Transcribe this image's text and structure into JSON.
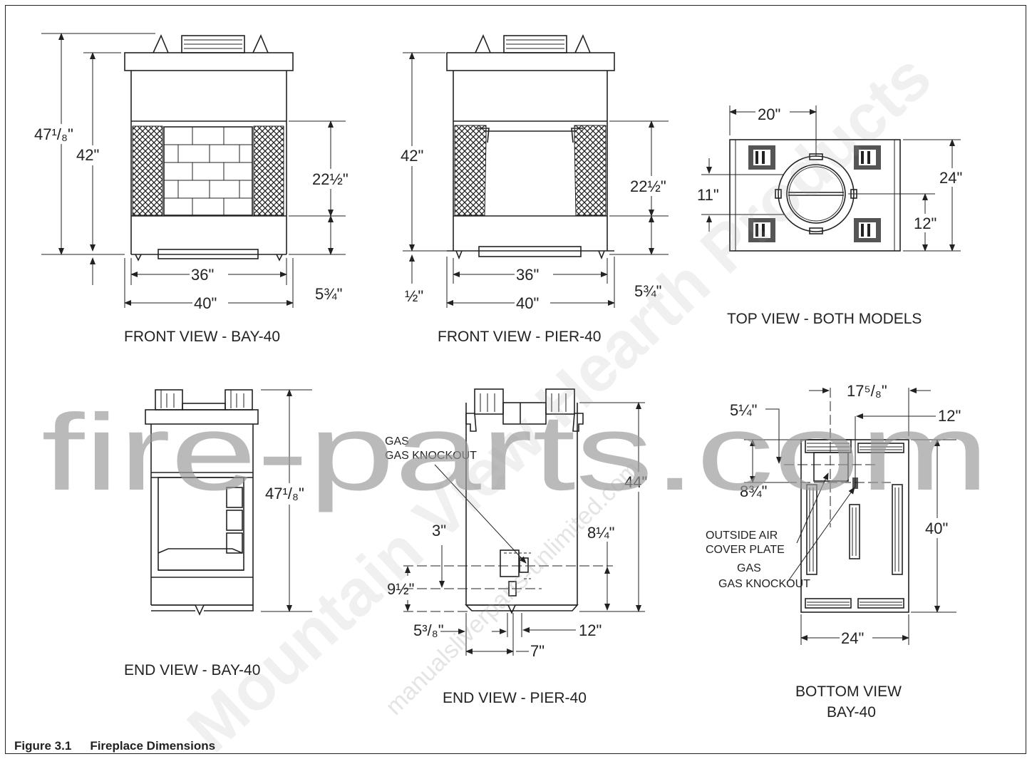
{
  "figure": {
    "number": "Figure 3.1",
    "title": "Fireplace Dimensions"
  },
  "watermarks": {
    "main": "fire-parts.com",
    "brand": "Mountain View Hearth Products",
    "site": "manualsliverparts-unlimited.com"
  },
  "views": {
    "front_bay": {
      "label": "FRONT VIEW - BAY-40",
      "dims": {
        "overall_height": "47¹/₈\"",
        "height": "42\"",
        "opening_height": "22½\"",
        "opening_width": "36\"",
        "width": "40\"",
        "base": "5¾\""
      }
    },
    "front_pier": {
      "label": "FRONT VIEW - PIER-40",
      "dims": {
        "height": "42\"",
        "opening_height": "22½\"",
        "opening_width": "36\"",
        "width": "40\"",
        "base": "5¾\"",
        "offset": "½\""
      }
    },
    "top": {
      "label": "TOP VIEW - BOTH MODELS",
      "dims": {
        "flue_offset": "20\"",
        "depth": "24\"",
        "flue_center": "11\"",
        "flue_side": "12\""
      }
    },
    "end_bay": {
      "label": "END VIEW - BAY-40",
      "dims": {
        "height": "47¹/₈\""
      }
    },
    "end_pier": {
      "label": "END VIEW - PIER-40",
      "gas_knockout": "GAS KNOCKOUT",
      "dims": {
        "height": "44\"",
        "knockout_offset": "3\"",
        "knockout_height": "8¼\"",
        "knockout_low": "9½\"",
        "knockout_width": "5³/₈\"",
        "back": "12\"",
        "seven": "7\""
      }
    },
    "bottom": {
      "label_line1": "BOTTOM VIEW",
      "label_line2": "BAY-40",
      "outside_air": "OUTSIDE AIR",
      "cover_plate": "COVER PLATE",
      "gas_knockout": "GAS KNOCKOUT",
      "dims": {
        "top_width": "17⁵/₈\"",
        "right": "12\"",
        "plate_depth": "5¼\"",
        "plate_height": "8¾\"",
        "depth": "40\"",
        "width": "24\""
      }
    }
  }
}
